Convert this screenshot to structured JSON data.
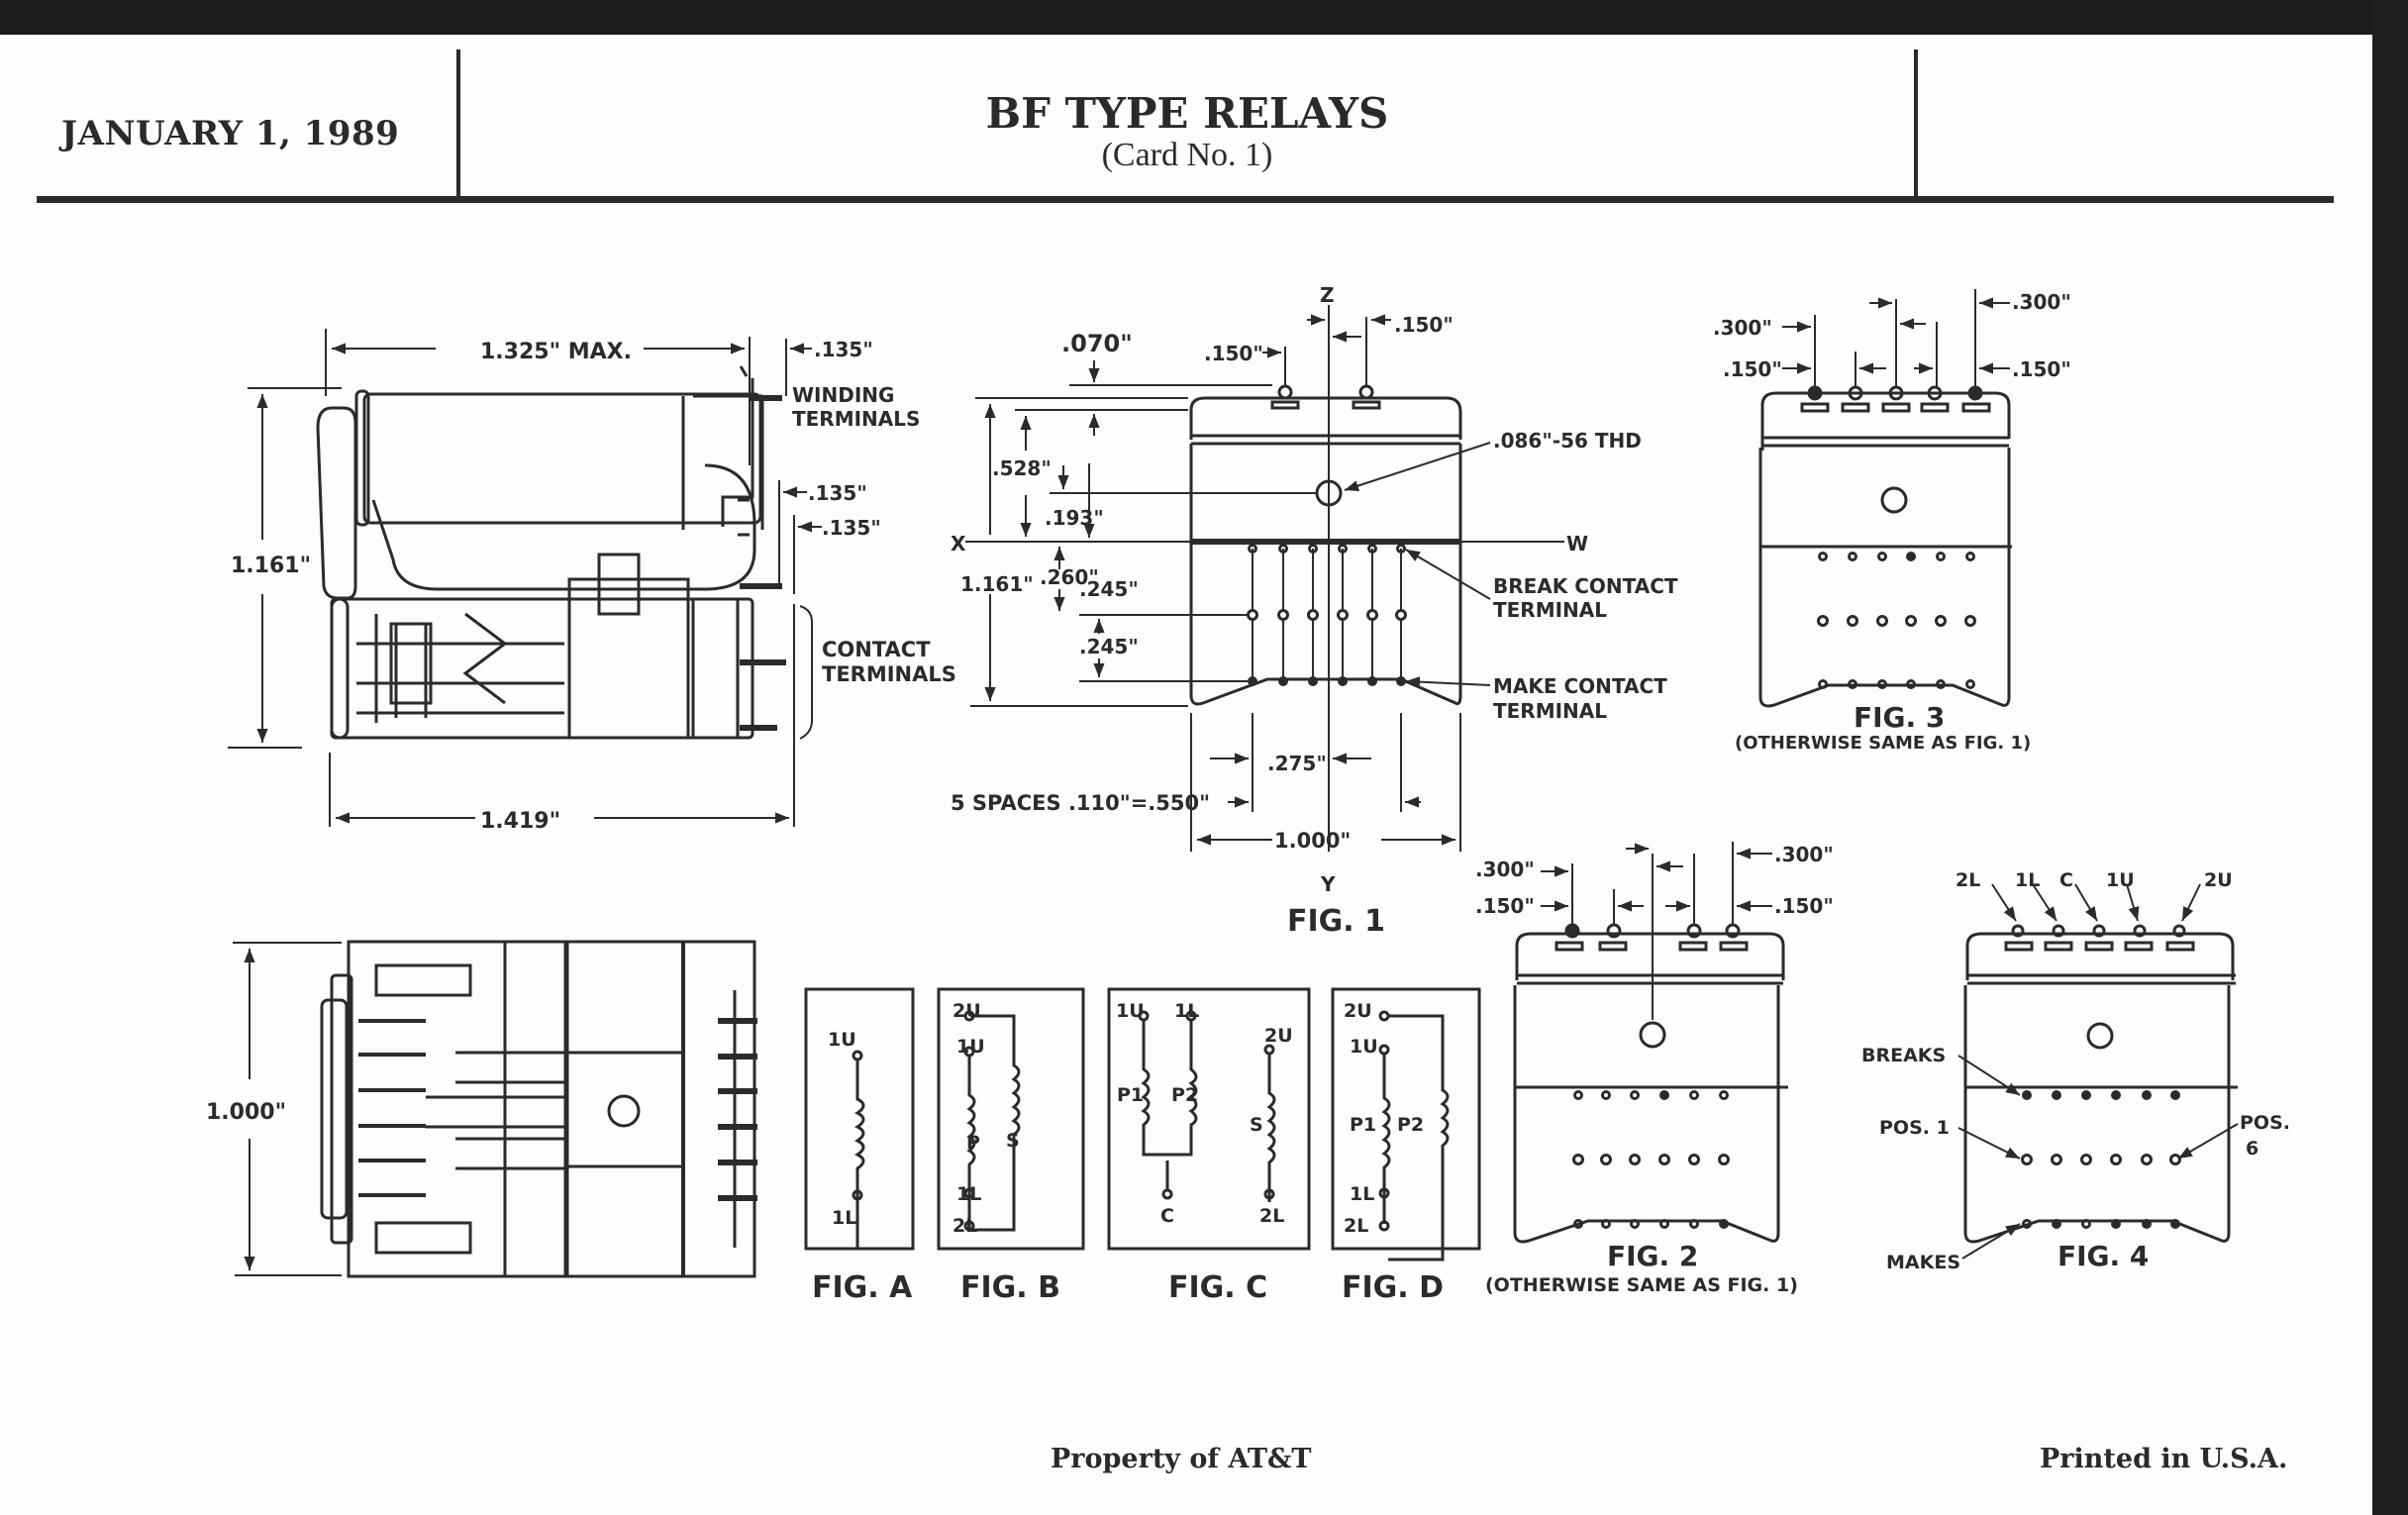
{
  "header": {
    "date": "JANUARY 1, 1989",
    "title": "BF TYPE RELAYS",
    "subtitle": "(Card No. 1)"
  },
  "footer": {
    "left": "Property of AT&T",
    "right": "Printed in U.S.A."
  },
  "side_view": {
    "dim_length_max": "1.325\" MAX.",
    "dim_top_offset": ".135\"",
    "winding_terminals_label": [
      "WINDING",
      "TERMINALS"
    ],
    "dim_mid_offset_1": ".135\"",
    "dim_mid_offset_2": ".135\"",
    "dim_height": "1.161\"",
    "contact_terminals_label": [
      "CONTACT",
      "TERMINALS"
    ],
    "dim_overall_length": "1.419\""
  },
  "top_view": {
    "dim_width": "1.000\""
  },
  "fig1": {
    "caption": "FIG. 1",
    "axis_z": "Z",
    "axis_y": "Y",
    "axis_x": "X",
    "axis_w": "W",
    "dim_070": ".070\"",
    "dim_150_left": ".150\"",
    "dim_150_right": ".150\"",
    "dim_528": ".528\"",
    "dim_193": ".193\"",
    "dim_1161": "1.161\"",
    "dim_260": ".260\"",
    "dim_245_a": ".245\"",
    "dim_245_b": ".245\"",
    "dim_275": ".275\"",
    "spaces_note": "5 SPACES .110\"=.550\"",
    "dim_1000": "1.000\"",
    "thread_callout": ".086\"-56 THD",
    "break_contact_label": [
      "BREAK CONTACT",
      "TERMINAL"
    ],
    "make_contact_label": [
      "MAKE CONTACT",
      "TERMINAL"
    ],
    "contact_columns": 6,
    "winding_terminals": 2
  },
  "fig2": {
    "caption": "FIG. 2",
    "note": "(OTHERWISE SAME AS FIG. 1)",
    "dims_left": [
      ".300\"",
      ".150\""
    ],
    "dims_right": [
      ".300\"",
      ".150\""
    ],
    "winding_terminals": 4
  },
  "fig3": {
    "caption": "FIG. 3",
    "note": "(OTHERWISE SAME AS FIG. 1)",
    "dims_left": [
      ".300\"",
      ".150\""
    ],
    "dims_right": [
      ".300\"",
      ".150\""
    ],
    "winding_terminals": 5
  },
  "fig4": {
    "caption": "FIG. 4",
    "terminal_labels": [
      "2L",
      "1L",
      "C",
      "1U",
      "2U"
    ],
    "breaks_label": "BREAKS",
    "pos1_label": "POS. 1",
    "pos6_label": [
      "POS.",
      "6"
    ],
    "makes_label": "MAKES"
  },
  "schematics": [
    {
      "caption": "FIG. A",
      "labels": {
        "top": "1U",
        "bottom": "1L"
      }
    },
    {
      "caption": "FIG. B",
      "labels": {
        "t2": "2U",
        "t1": "1U",
        "p": "P",
        "s": "S",
        "b1": "1L",
        "b2": "2L"
      }
    },
    {
      "caption": "FIG. C",
      "labels": {
        "a": "1U",
        "b": "1L",
        "c": "2U",
        "p1": "P1",
        "p2": "P2",
        "s": "S",
        "common": "C",
        "d": "2L"
      }
    },
    {
      "caption": "FIG. D",
      "labels": {
        "t2": "2U",
        "t1": "1U",
        "p1": "P1",
        "p2": "P2",
        "b1": "1L",
        "b2": "2L"
      }
    }
  ]
}
